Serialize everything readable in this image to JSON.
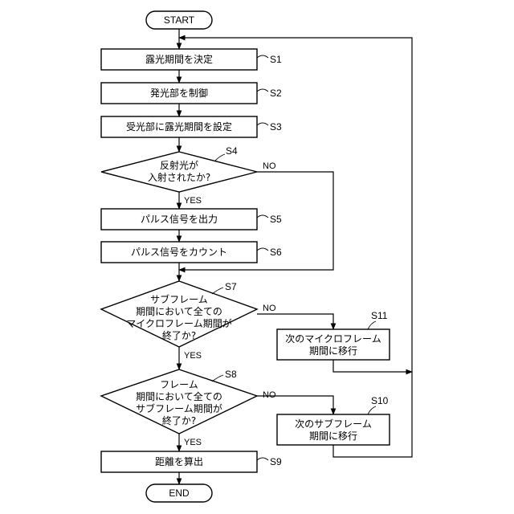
{
  "nodes": {
    "start": "START",
    "end": "END",
    "s1": {
      "label": "露光期間を決定",
      "step": "S1"
    },
    "s2": {
      "label": "発光部を制御",
      "step": "S2"
    },
    "s3": {
      "label": "受光部に露光期間を設定",
      "step": "S3"
    },
    "s4": {
      "lines": [
        "反射光が",
        "入射されたか?"
      ],
      "step": "S4"
    },
    "s5": {
      "label": "パルス信号を出力",
      "step": "S5"
    },
    "s6": {
      "label": "パルス信号をカウント",
      "step": "S6"
    },
    "s7": {
      "lines": [
        "サブフレーム",
        "期間において全ての",
        "マイクロフレーム期間が",
        "終了か?"
      ],
      "step": "S7"
    },
    "s8": {
      "lines": [
        "フレーム",
        "期間において全ての",
        "サブフレーム期間が",
        "終了か?"
      ],
      "step": "S8"
    },
    "s9": {
      "label": "距離を算出",
      "step": "S9"
    },
    "s10": {
      "lines": [
        "次のサブフレーム",
        "期間に移行"
      ],
      "step": "S10"
    },
    "s11": {
      "lines": [
        "次のマイクロフレーム",
        "期間に移行"
      ],
      "step": "S11"
    }
  },
  "branches": {
    "yes": "YES",
    "no": "NO"
  }
}
